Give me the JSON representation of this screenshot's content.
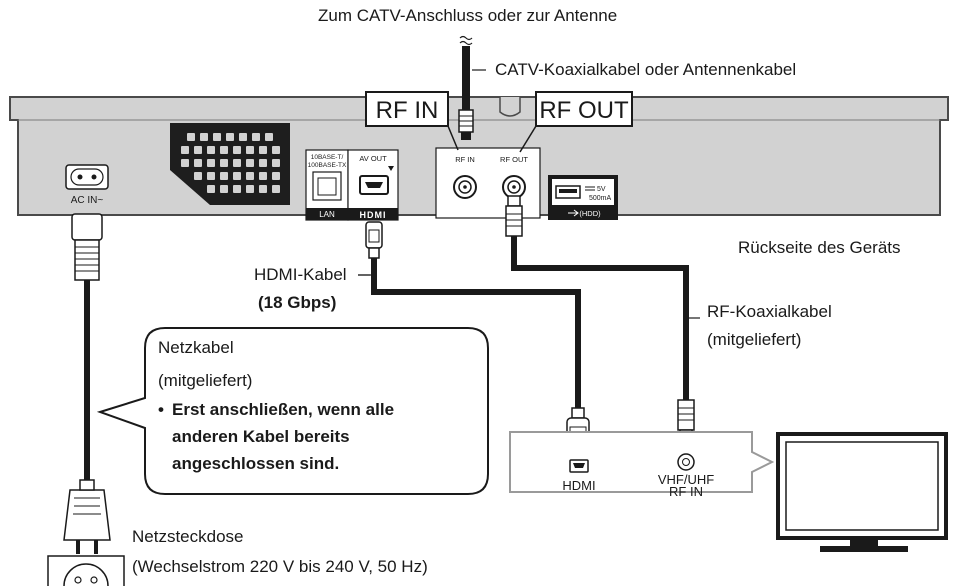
{
  "labels": {
    "top_antenna": "Zum CATV-Anschluss oder zur Antenne",
    "catv_cable": "CATV-Koaxialkabel oder Antennenkabel",
    "rear_of_unit": "Rückseite des Geräts",
    "hdmi_cable": "HDMI-Kabel",
    "hdmi_speed": "(18 Gbps)",
    "rf_coax_line1": "RF-Koaxialkabel",
    "rf_coax_line2": "(mitgeliefert)",
    "outlet_line1": "Netzsteckdose",
    "outlet_line2": "(Wechselstrom 220 V bis 240 V, 50 Hz)"
  },
  "callout": {
    "title": "Netzkabel",
    "subtitle": "(mitgeliefert)",
    "bullet": "•",
    "note_line1": "Erst anschließen, wenn alle",
    "note_line2": "anderen Kabel bereits",
    "note_line3": "angeschlossen sind."
  },
  "device": {
    "rf_in_big": "RF IN",
    "rf_out_big": "RF OUT",
    "rf_in_small": "RF IN",
    "rf_out_small": "RF OUT",
    "lan_small1": "10BASE-T/",
    "lan_small2": "100BASE-TX",
    "lan": "LAN",
    "av_out": "AV OUT",
    "hdmi_logo": "HDMI",
    "usb_rating1": "5V",
    "usb_rating2": "500mA",
    "usb_hdd": "(HDD)",
    "ac_in": "AC IN~"
  },
  "tv_box": {
    "hdmi": "HDMI",
    "vhf_line1": "VHF/UHF",
    "vhf_line2": "RF IN"
  },
  "colors": {
    "panel": "#d2d2d2",
    "panel_edge": "#4a4a4a",
    "cable": "#1a1a1a",
    "white": "#ffffff"
  }
}
